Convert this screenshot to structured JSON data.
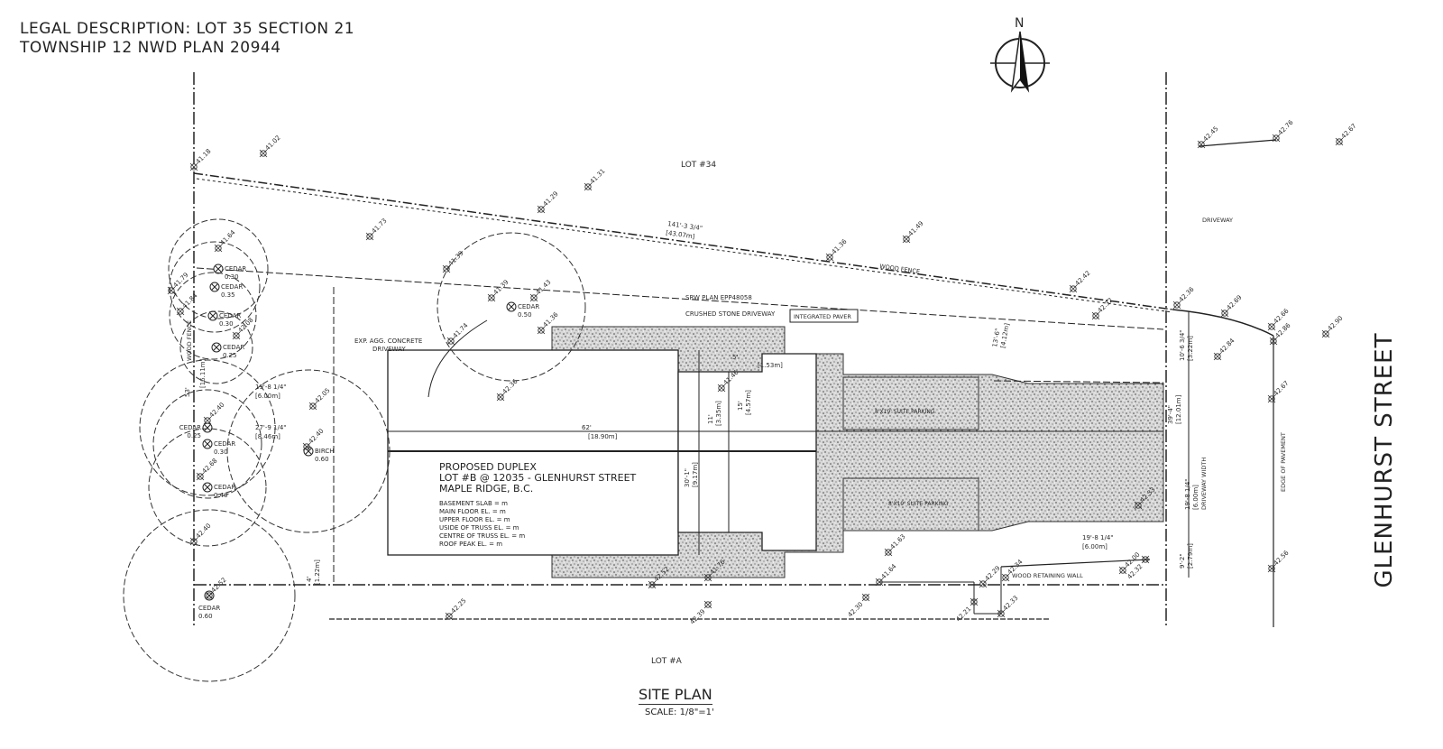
{
  "legal_description": {
    "line1": "LEGAL DESCRIPTION: LOT 35 SECTION 21",
    "line2": "TOWNSHIP 12 NWD PLAN 20944"
  },
  "north_arrow": {
    "label": "N",
    "icon": "north-arrow-icon"
  },
  "street_name": "GLENHURST STREET",
  "lots": {
    "north": "LOT #34",
    "south": "LOT #A"
  },
  "project": {
    "line1": "PROPOSED DUPLEX",
    "line2": "LOT #B @ 12035 - GLENHURST STREET",
    "line3": "MAPLE RIDGE, B.C.",
    "elevations": [
      "BASEMENT SLAB = m",
      "MAIN FLOOR EL. = m",
      "UPPER FLOOR EL. = m",
      "USIDE OF TRUSS EL. = m",
      "CENTRE OF TRUSS EL. = m",
      "ROOF PEAK EL. = m"
    ]
  },
  "labels": {
    "srw": "SRW PLAN EPP48058",
    "crushed": "CRUSHED STONE DRIVEWAY",
    "paver": "INTEGRATED PAVER",
    "exp_driveway_1": "EXP. AGG. CONCRETE",
    "exp_driveway_2": "DRIVEWAY",
    "wood_fence": "WOOD FENCE",
    "wood_fence_side": "WOOD FENCE",
    "driveway": "DRIVEWAY",
    "driveway_width": "DRIVEWAY WIDTH",
    "edge_pavement": "EDGE OF PAVEMENT",
    "retaining_wall": "WOOD RETAINING WALL",
    "suite_parking_1": "8'X19' SUITE PARKING",
    "suite_parking_2": "8'X19' SUITE PARKING"
  },
  "dimensions": {
    "north_line": "141'-3 3/4\"",
    "north_line_m": "[43.07m]",
    "house_len": "62'",
    "house_len_m": "[18.90m]",
    "rear_setback": "27'-9 1/4\"",
    "rear_setback_m": "[8.46m]",
    "rear_small": "19'-8 1/4\"",
    "rear_small_m": "[6.00m]",
    "house_width": "30'-1\"",
    "house_width_m": "[9.17m]",
    "lot_width": "39'-4\"",
    "lot_width_m": "[12.01m]",
    "drive_width": "19'-8 1/4\"",
    "drive_width_m": "[6.00m]",
    "front_top": "10'-6 3/4\"",
    "front_top_m": "[3.22m]",
    "front_bottom": "9'-2\"",
    "front_bottom_m": "[2.79m]",
    "side_4": "4'",
    "side_4_m": "[1.22m]",
    "side_11": "11'",
    "side_11_m": "[3.35m]",
    "side_15": "15'",
    "side_15_m": "[4.57m]",
    "step_5": "5'",
    "step_5_m": "[1.53m]",
    "fence_len": "53'",
    "fence_len_m": "[16.11m]",
    "front_side": "13'-6\"",
    "front_side_m": "[4.12m]",
    "front_yard": "19'-8 1/4\"",
    "front_yard_m": "[6.00m]"
  },
  "trees": [
    {
      "species": "CEDAR",
      "dbh": "0.30"
    },
    {
      "species": "CEDAR",
      "dbh": "0.35"
    },
    {
      "species": "CEDAR",
      "dbh": "0.30"
    },
    {
      "species": "CEDAR",
      "dbh": "0.25"
    },
    {
      "species": "CEDAR",
      "dbh": "0.25"
    },
    {
      "species": "CEDAR",
      "dbh": "0.30"
    },
    {
      "species": "CEDAR",
      "dbh": "0.40"
    },
    {
      "species": "CEDAR",
      "dbh": "0.60"
    },
    {
      "species": "BIRCH",
      "dbh": "0.60"
    },
    {
      "species": "CEDAR",
      "dbh": "0.50"
    }
  ],
  "spot_elevations": [
    "41.18",
    "41.02",
    "41.29",
    "41.31",
    "41.73",
    "41.39",
    "41.39",
    "41.43",
    "41.74",
    "41.36",
    "42.36",
    "42.05",
    "42.40",
    "41.36",
    "41.49",
    "42.42",
    "42.32",
    "42.36",
    "42.69",
    "42.66",
    "42.86",
    "42.90",
    "42.84",
    "42.67",
    "42.56",
    "42.45",
    "42.76",
    "42.67",
    "41.46",
    "41.63",
    "41.64",
    "42.30",
    "42.34",
    "42.29",
    "42.21",
    "42.33",
    "42.00",
    "42.32",
    "42.52",
    "42.25",
    "42.52",
    "41.76",
    "42.39",
    "42.40",
    "42.68",
    "42.40",
    "41.64",
    "41.79",
    "41.84",
    "42.08",
    "42.33"
  ],
  "sheet": {
    "title": "SITE PLAN",
    "scale": "SCALE: 1/8\"=1'"
  }
}
